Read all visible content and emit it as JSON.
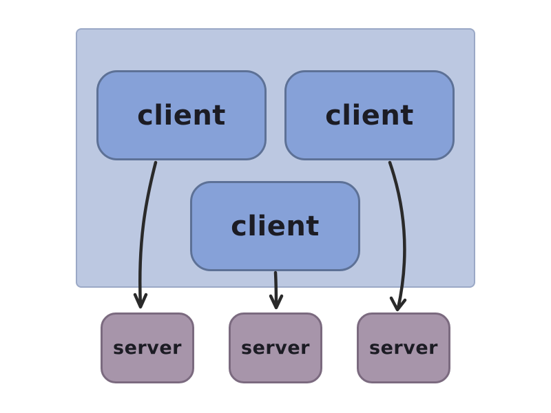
{
  "colors": {
    "group_fill": "#bcc8e1",
    "client_fill": "#86a1d8",
    "client_border": "#5d7196",
    "server_fill": "#a795aa",
    "server_border": "#7b6a7f",
    "arrow": "#2a2a2a"
  },
  "nodes": {
    "clients": [
      {
        "label": "client"
      },
      {
        "label": "client"
      },
      {
        "label": "client"
      }
    ],
    "servers": [
      {
        "label": "server"
      },
      {
        "label": "server"
      },
      {
        "label": "server"
      }
    ]
  },
  "edges": [
    {
      "from": "client-1",
      "to": "server-1"
    },
    {
      "from": "client-3",
      "to": "server-2"
    },
    {
      "from": "client-2",
      "to": "server-3"
    }
  ]
}
